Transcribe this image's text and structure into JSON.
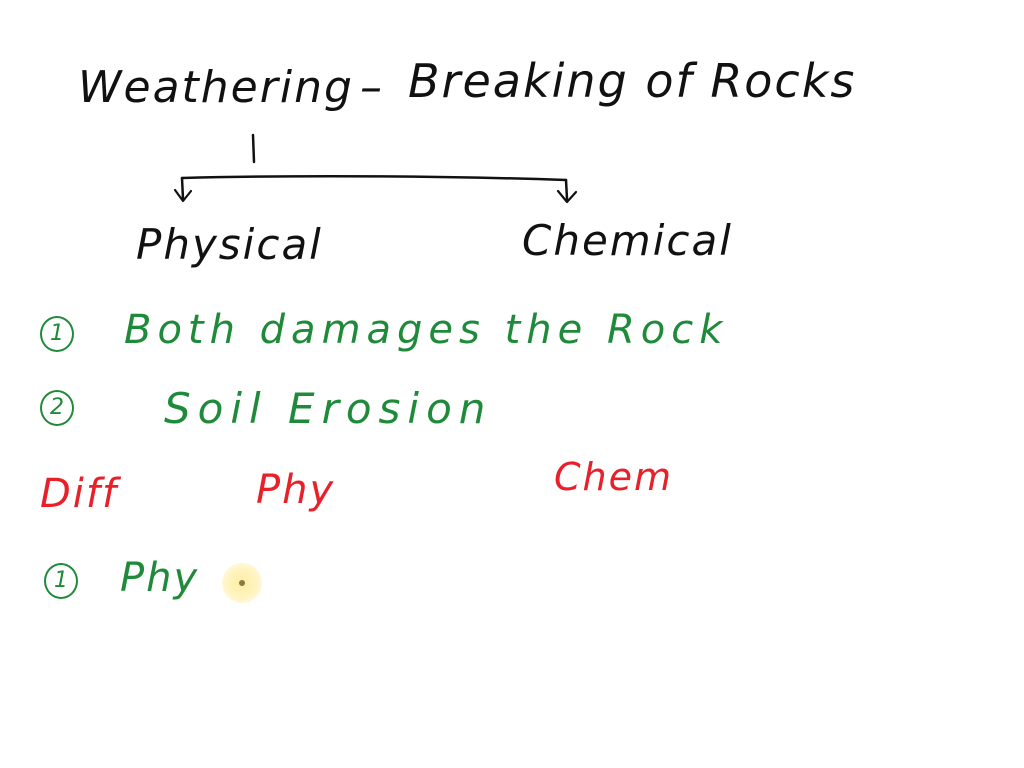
{
  "heading": {
    "left": "Weathering",
    "dash": "–",
    "right": "Breaking of Rocks"
  },
  "branches": {
    "left": "Physical",
    "right": "Chemical"
  },
  "similarities": [
    {
      "number": "1",
      "text": "Both damages the Rock"
    },
    {
      "number": "2",
      "text": "Soil Erosion"
    }
  ],
  "differences": {
    "label": "Diff",
    "col1": "Phy",
    "col2": "Chem"
  },
  "diff_points": [
    {
      "number": "1",
      "text": "Phy"
    }
  ],
  "colors": {
    "ink_black": "#111111",
    "ink_green": "#1f8a3a",
    "ink_red": "#e8202a",
    "cursor_highlight": "#ffec96"
  },
  "icons": {
    "cursor": "pointer-highlight-icon"
  }
}
